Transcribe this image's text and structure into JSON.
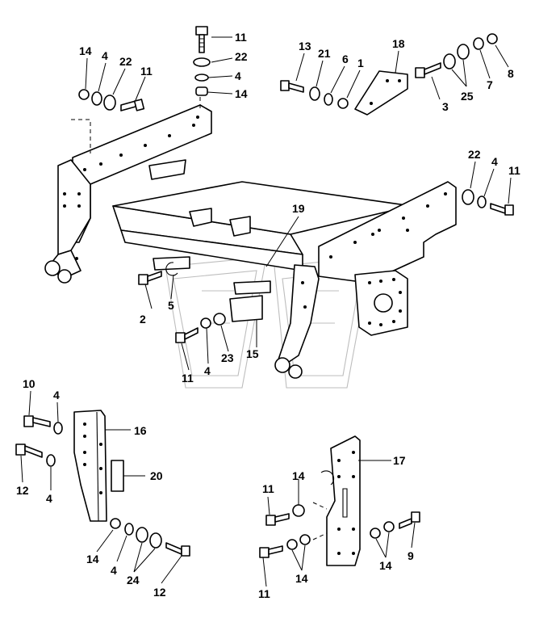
{
  "callouts": {
    "c1": "1",
    "c2": "2",
    "c3": "3",
    "c4a": "4",
    "c4b": "4",
    "c4c": "4",
    "c4d": "4",
    "c4e": "4",
    "c4f": "4",
    "c4g": "4",
    "c5": "5",
    "c6": "6",
    "c7": "7",
    "c8": "8",
    "c9": "9",
    "c10": "10",
    "c11a": "11",
    "c11b": "11",
    "c11c": "11",
    "c11d": "11",
    "c11e": "11",
    "c11f": "11",
    "c12a": "12",
    "c12b": "12",
    "c13": "13",
    "c14a": "14",
    "c14b": "14",
    "c14c": "14",
    "c14d": "14",
    "c14e": "14",
    "c14f": "14",
    "c15": "15",
    "c16": "16",
    "c17": "17",
    "c18": "18",
    "c19": "19",
    "c20": "20",
    "c21": "21",
    "c22a": "22",
    "c22b": "22",
    "c22c": "22",
    "c23": "23",
    "c24": "24",
    "c25": "25"
  }
}
